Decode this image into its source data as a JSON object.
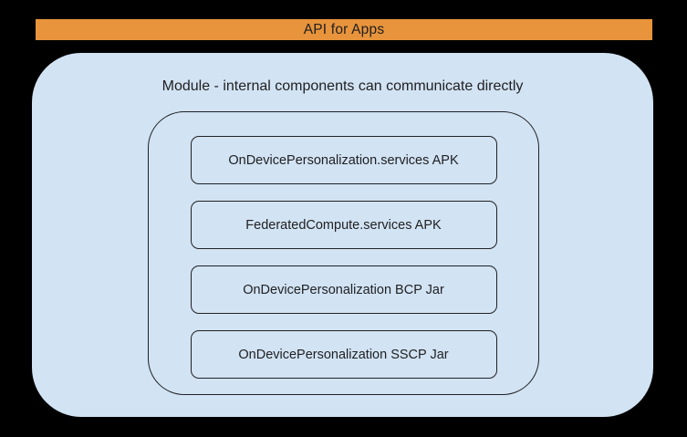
{
  "canvas": {
    "background_color": "#000000"
  },
  "banner": {
    "label": "API for Apps",
    "fill_color": "#E8943C",
    "text_color": "#1F1F1F"
  },
  "module": {
    "title": "Module - internal components can communicate directly",
    "fill_color": "#D2E3F3",
    "border_color": "#202124",
    "components": [
      {
        "label": "OnDevicePersonalization.services APK"
      },
      {
        "label": "FederatedCompute.services APK"
      },
      {
        "label": "OnDevicePersonalization BCP Jar"
      },
      {
        "label": "OnDevicePersonalization SSCP Jar"
      }
    ]
  }
}
